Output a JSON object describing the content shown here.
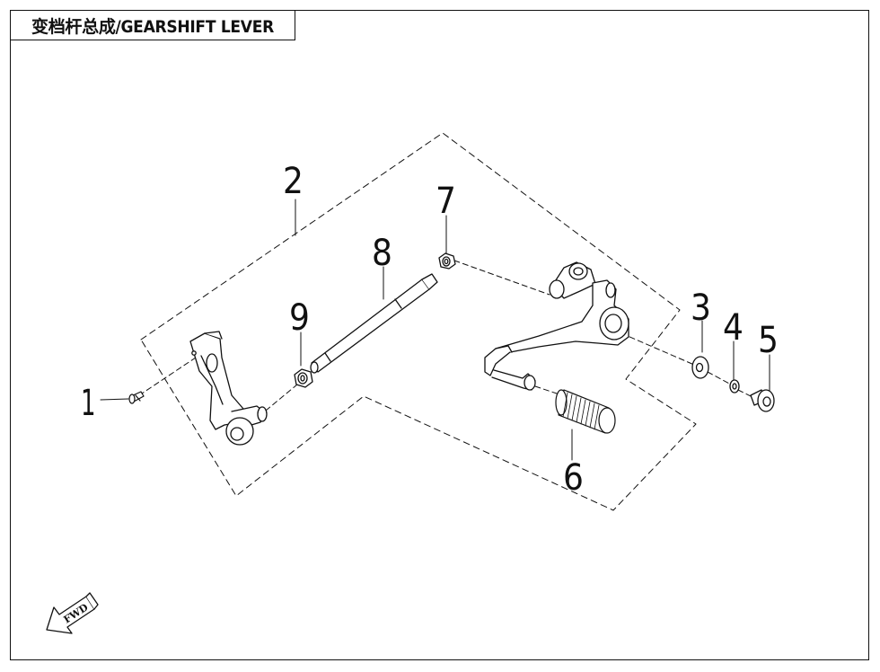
{
  "title": "变档杆总成/GEARSHIFT LEVER",
  "callouts": {
    "p1": "1",
    "p2": "2",
    "p3": "3",
    "p4": "4",
    "p5": "5",
    "p6": "6",
    "p7": "7",
    "p8": "8",
    "p9": "9"
  },
  "direction_marker": "FWD",
  "icons": {
    "direction": "fwd-arrow-icon"
  }
}
